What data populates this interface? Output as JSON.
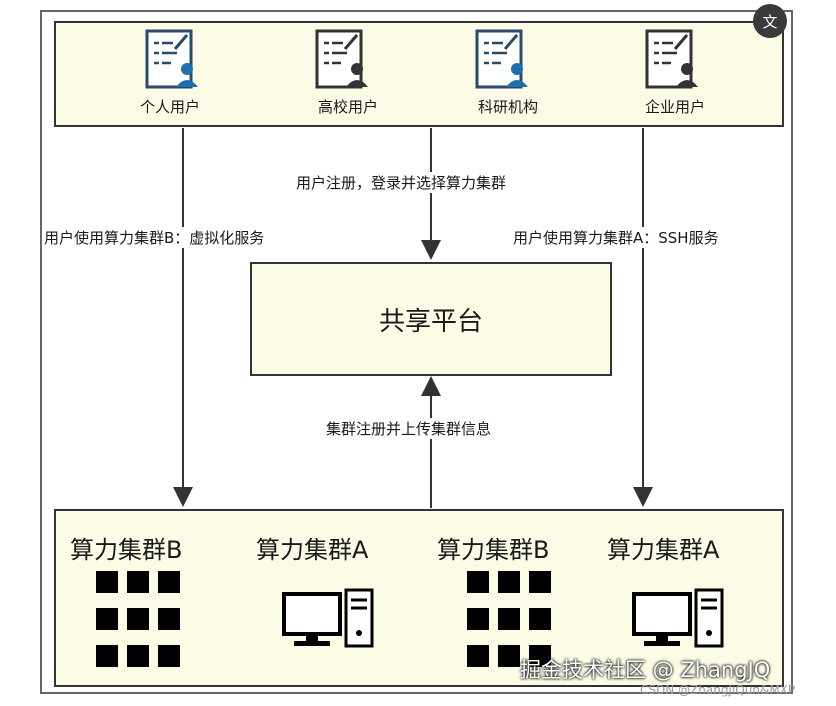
{
  "users": [
    {
      "label": "个人用户"
    },
    {
      "label": "高校用户"
    },
    {
      "label": "科研机构"
    },
    {
      "label": "企业用户"
    }
  ],
  "flows": {
    "register_label": "用户注册，登录并选择算力集群",
    "use_b_label": "用户使用算力集群B：虚拟化服务",
    "use_a_label": "用户使用算力集群A：SSH服务",
    "upload_label": "集群注册并上传集群信息"
  },
  "platform": {
    "label": "共享平台"
  },
  "clusters": [
    {
      "label": "算力集群B",
      "icon": "server-grid-icon"
    },
    {
      "label": "算力集群A",
      "icon": "computer-icon"
    },
    {
      "label": "算力集群B",
      "icon": "server-grid-icon"
    },
    {
      "label": "算力集群A",
      "icon": "computer-icon"
    }
  ],
  "watermark": {
    "main": "掘金技术社区 @ ZhangJQ",
    "small": "CSDN @ZhangJiQun&MXP"
  },
  "controls": {
    "close_glyph": "文"
  }
}
